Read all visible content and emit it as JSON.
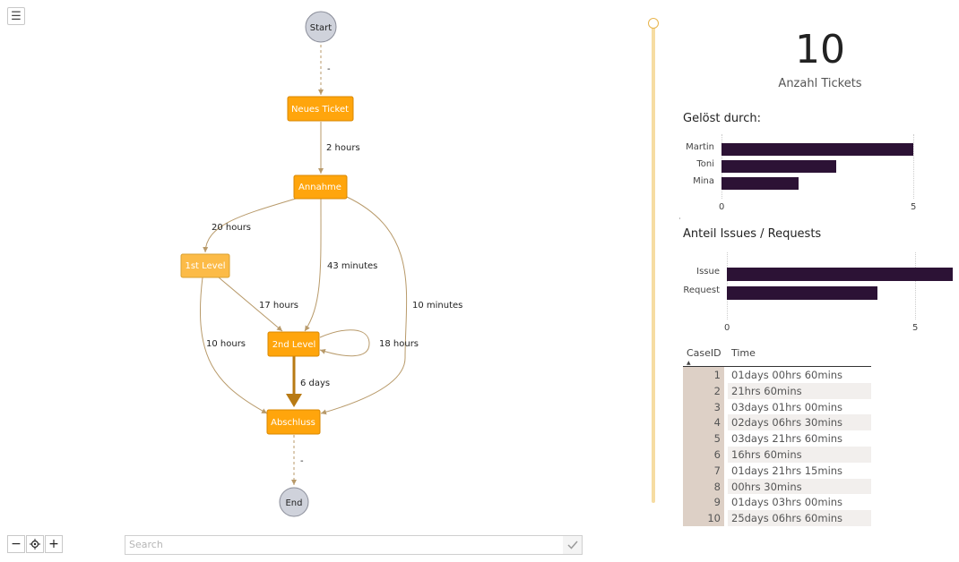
{
  "process_map": {
    "nodes": {
      "start": "Start",
      "end": "End",
      "neues_ticket": "Neues Ticket",
      "annahme": "Annahme",
      "first_level": "1st Level",
      "second_level": "2nd Level",
      "abschluss": "Abschluss"
    },
    "edges": {
      "start_neues": "-",
      "neues_annahme": "2 hours",
      "annahme_first": "20 hours",
      "annahme_second": "43 minutes",
      "annahme_abschluss": "10 minutes",
      "first_second": "17 hours",
      "first_abschluss": "10 hours",
      "second_loop": "18 hours",
      "second_abschluss": "6 days",
      "abschluss_end": "-"
    },
    "colors": {
      "node": "#FFA50C",
      "node_light": "#FCBB47",
      "edge": "#B89A6A",
      "edge_heavy": "#B87A14"
    }
  },
  "search": {
    "placeholder": "Search"
  },
  "kpi": {
    "value": "10",
    "label": "Anzahl Tickets"
  },
  "chart_data": [
    {
      "type": "bar",
      "title": "Gelöst durch:",
      "categories": [
        "Martin",
        "Toni",
        "Mina"
      ],
      "values": [
        5,
        3,
        2
      ],
      "ticks": [
        "0",
        "5"
      ],
      "xlim": [
        0,
        5
      ],
      "orientation": "horizontal",
      "color": "#2C1235"
    },
    {
      "type": "bar",
      "title": "Anteil Issues / Requests",
      "categories": [
        "Issue",
        "Request"
      ],
      "values": [
        6,
        4
      ],
      "ticks": [
        "0",
        "5"
      ],
      "xlim": [
        0,
        6
      ],
      "orientation": "horizontal",
      "color": "#2C1235"
    }
  ],
  "table": {
    "headers": {
      "case_id": "CaseID",
      "time": "Time"
    },
    "rows": [
      {
        "id": "1",
        "time": "01days 00hrs 60mins"
      },
      {
        "id": "2",
        "time": "21hrs 60mins"
      },
      {
        "id": "3",
        "time": "03days 01hrs 00mins"
      },
      {
        "id": "4",
        "time": "02days 06hrs 30mins"
      },
      {
        "id": "5",
        "time": "03days 21hrs 60mins"
      },
      {
        "id": "6",
        "time": "16hrs 60mins"
      },
      {
        "id": "7",
        "time": "01days 21hrs 15mins"
      },
      {
        "id": "8",
        "time": "00hrs 30mins"
      },
      {
        "id": "9",
        "time": "01days 03hrs 00mins"
      },
      {
        "id": "10",
        "time": "25days 06hrs 60mins"
      }
    ]
  }
}
